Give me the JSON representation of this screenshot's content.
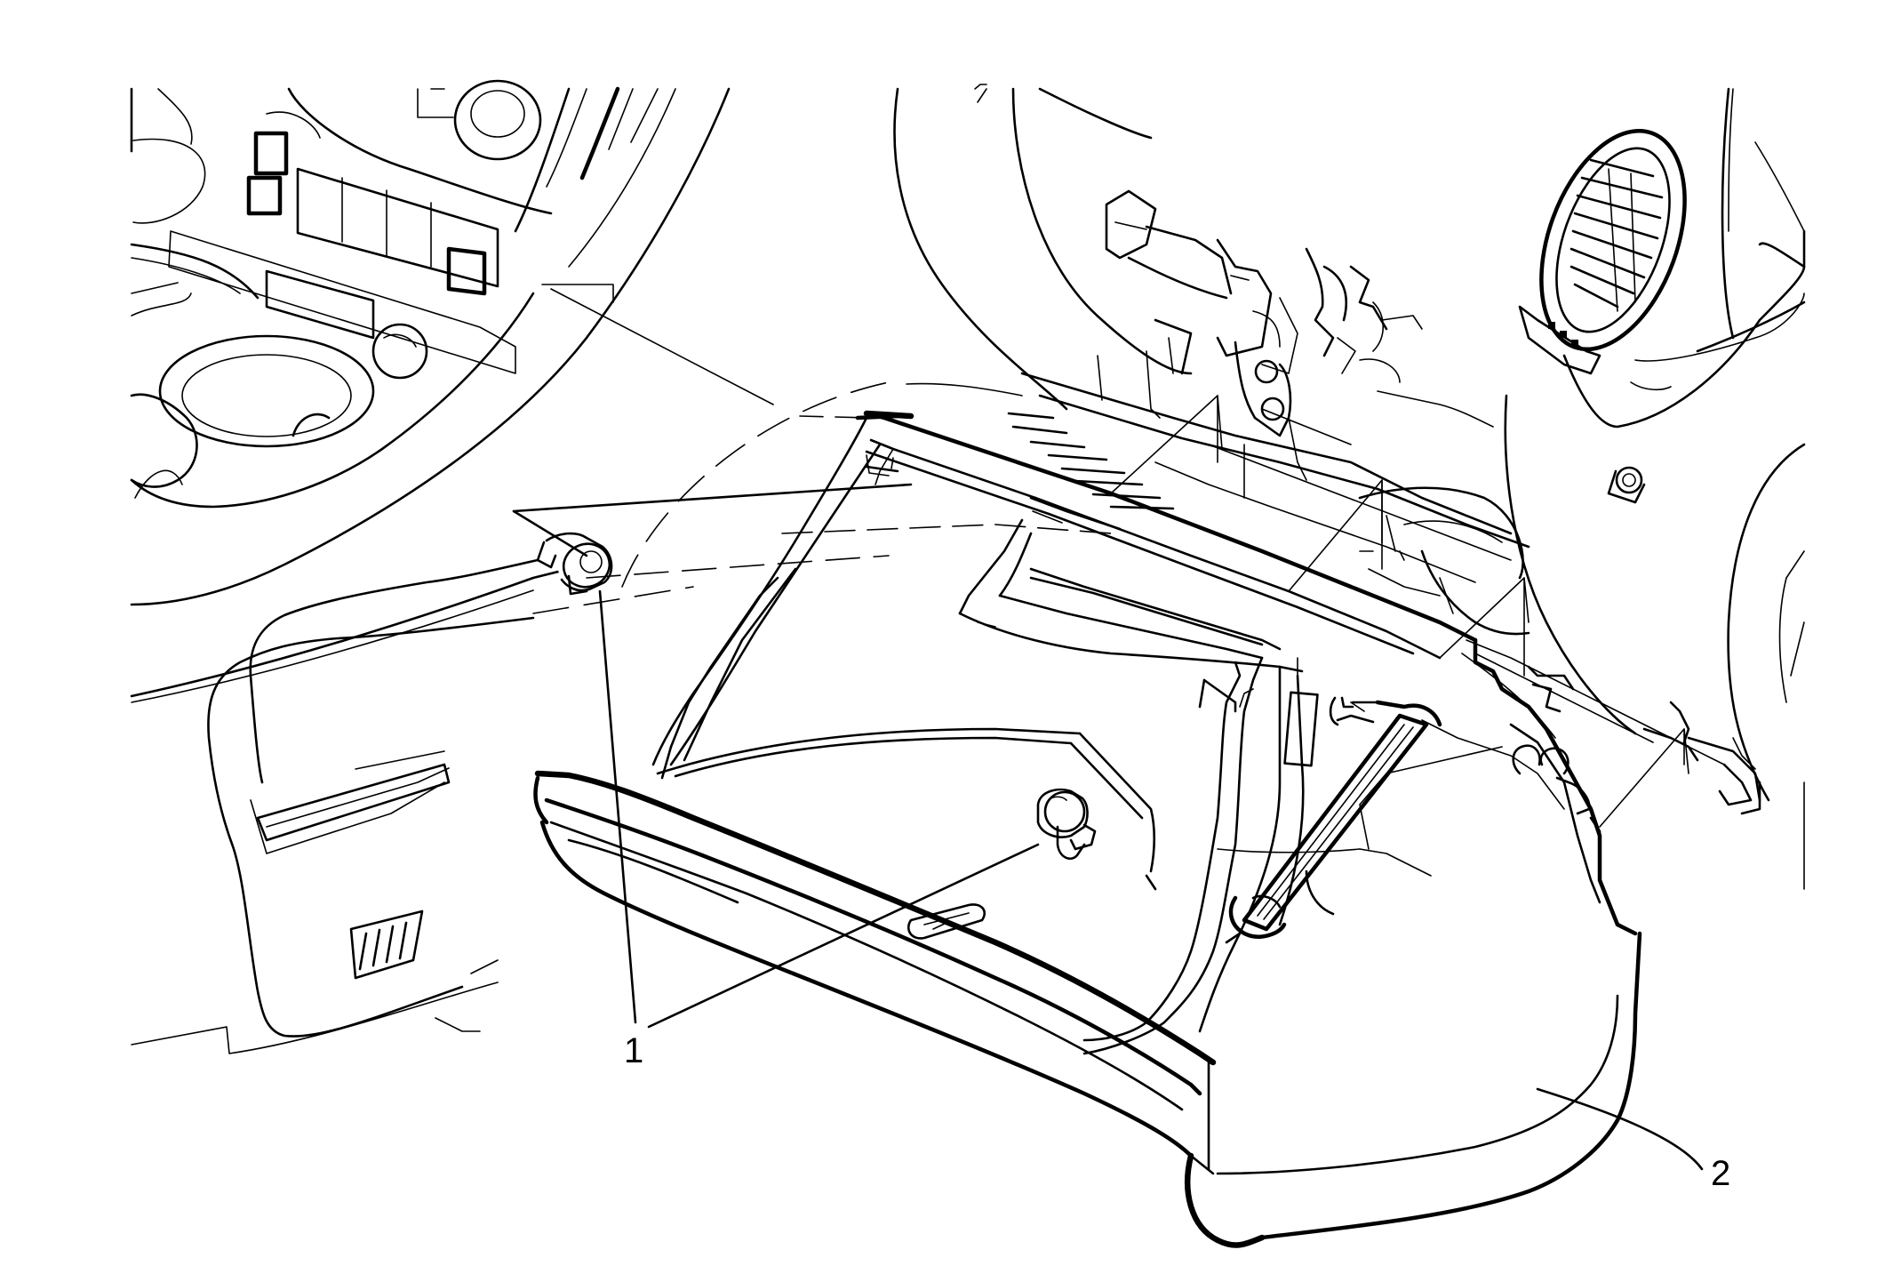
{
  "diagram": {
    "callouts": [
      {
        "id": "1",
        "text": "1"
      },
      {
        "id": "2",
        "text": "2"
      }
    ],
    "colors": {
      "line": "#000000",
      "background": "#ffffff"
    }
  }
}
